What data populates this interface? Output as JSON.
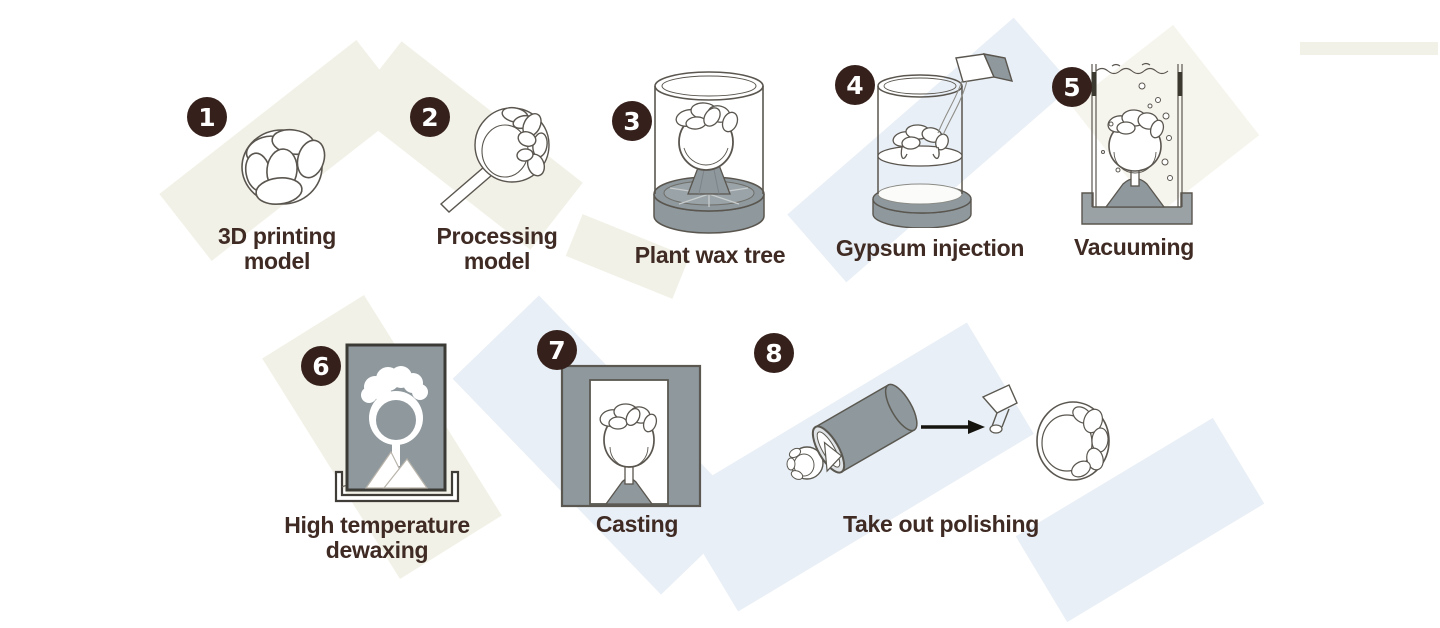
{
  "diagram": {
    "description": "Eight-step lost-wax jewelry casting process",
    "steps": [
      {
        "number": "1",
        "label": "3D printing model",
        "lines": [
          "3D printing",
          "model"
        ],
        "icon": "3d-printed-knot-model"
      },
      {
        "number": "2",
        "label": "Processing model",
        "lines": [
          "Processing",
          "model"
        ],
        "icon": "model-on-sprue-stick"
      },
      {
        "number": "3",
        "label": "Plant wax tree",
        "lines": [
          "Plant wax tree"
        ],
        "icon": "wax-tree-in-glass-flask"
      },
      {
        "number": "4",
        "label": "Gypsum injection",
        "lines": [
          "Gypsum injection"
        ],
        "icon": "gypsum-pouring-into-flask"
      },
      {
        "number": "5",
        "label": "Vacuuming",
        "lines": [
          "Vacuuming"
        ],
        "icon": "vacuum-degassing-chamber"
      },
      {
        "number": "6",
        "label": "High temperature dewaxing",
        "lines": [
          "High temperature",
          "dewaxing"
        ],
        "icon": "burnout-oven-with-mold"
      },
      {
        "number": "7",
        "label": "Casting",
        "lines": [
          "Casting"
        ],
        "icon": "casting-mold-frame"
      },
      {
        "number": "8",
        "label": "Take out polishing",
        "lines": [
          "Take out polishing"
        ],
        "icon": "demold-arrow-sprue-and-ring"
      }
    ],
    "colors": {
      "badge_background": "#35201b",
      "badge_number": "#ffffff",
      "label_text": "#3f2b24",
      "illustration_gray": "#8e989d",
      "illustration_outline": "#5a564f",
      "background_cream_band": "#f2f1e7",
      "background_blue_band": "#e9eff6"
    }
  }
}
